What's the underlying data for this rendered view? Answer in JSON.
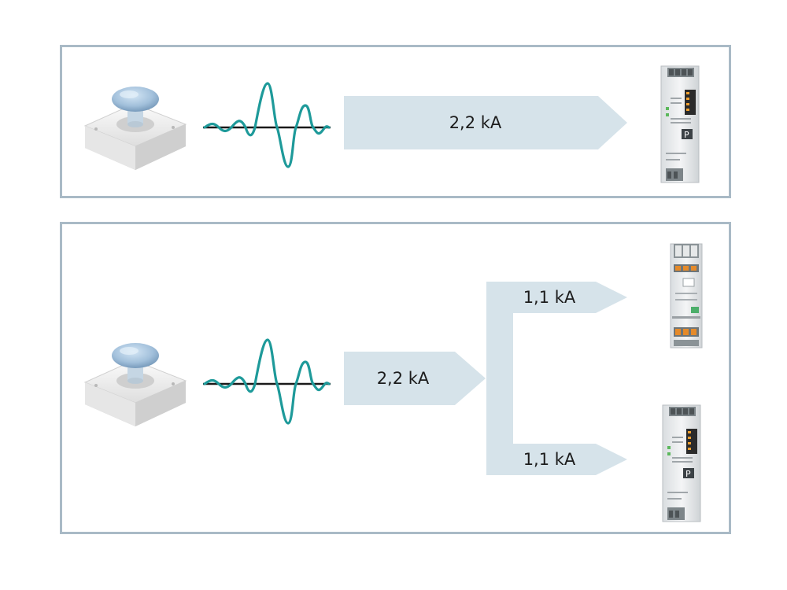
{
  "colors": {
    "panel_border": "#a9bac6",
    "arrow_fill": "#d6e3ea",
    "wave": "#1e9a9a",
    "baseline": "#1a1a1a",
    "button_cap": "#9fbfdb"
  },
  "top_scenario": {
    "current_label": "2,2 kA",
    "source_icon": "emergency-stop-button-icon",
    "surge_icon": "surge-wave-icon",
    "target_icon": "power-supply-module-icon"
  },
  "bottom_scenario": {
    "input_label": "2,2 kA",
    "branch_upper_label": "1,1 kA",
    "branch_lower_label": "1,1 kA",
    "source_icon": "emergency-stop-button-icon",
    "surge_icon": "surge-wave-icon",
    "upper_target_icon": "surge-protection-module-icon",
    "lower_target_icon": "power-supply-module-icon"
  }
}
